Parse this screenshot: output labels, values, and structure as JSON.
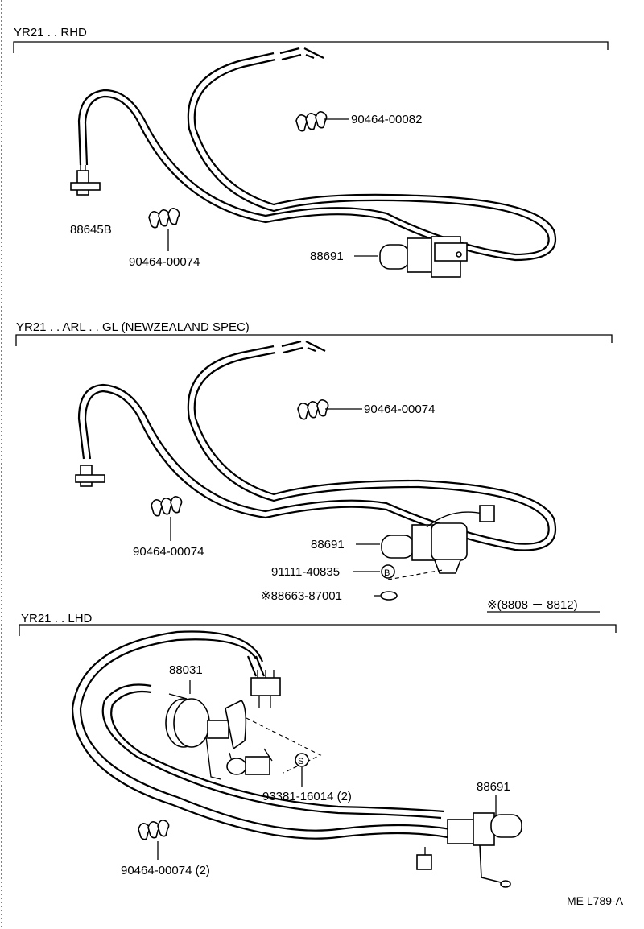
{
  "sections": [
    {
      "title": "YR21 . . RHD",
      "callouts": {
        "clip_top": "90464-00082",
        "connector": "88645B",
        "clip_left": "90464-00074",
        "valve": "88691"
      }
    },
    {
      "title": "YR21 . . ARL . . GL (NEWZEALAND SPEC)",
      "callouts": {
        "clip_top": "90464-00074",
        "clip_left": "90464-00074",
        "valve": "88691",
        "bolt": "91111-40835",
        "bolt_marker": "B",
        "washer": "※88663-87001"
      }
    },
    {
      "title": "YR21 . . LHD",
      "note": "※(8808 － 8812)",
      "callouts": {
        "actuator": "88031",
        "screw": "93381-16014 (2)",
        "screw_marker": "S",
        "valve": "88691",
        "clip": "90464-00074 (2)"
      }
    }
  ],
  "figure_code": "ME L789-A"
}
